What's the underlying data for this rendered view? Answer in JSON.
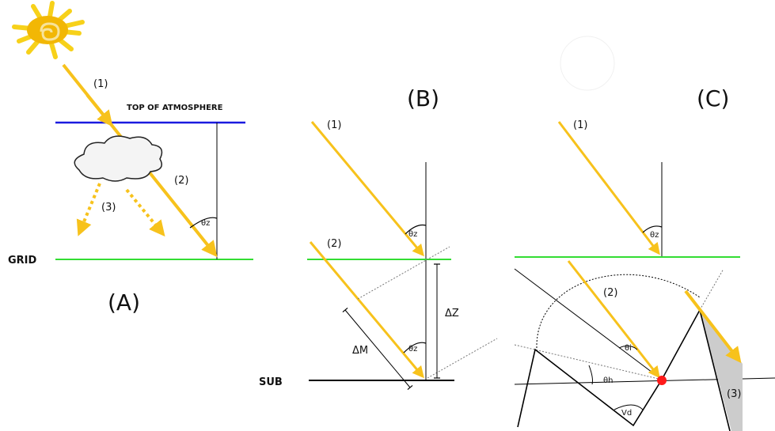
{
  "colors": {
    "ray": "#f7c21c",
    "atmosphere": "#1a1adf",
    "grid": "#33dd33",
    "sun_core": "#f2b705",
    "sun_rays": "#f7d11a",
    "shadow": "#cccccc",
    "surface_point": "#ff1a1a",
    "cloud_fill": "#f4f4f4"
  },
  "icons": {
    "sun": "sun-icon",
    "cloud": "cloud-icon"
  },
  "panel_a": {
    "panel_label": "(A)",
    "top_of_atmosphere": "TOP OF ATMOSPHERE",
    "grid": "GRID",
    "ray1": "(1)",
    "ray2": "(2)",
    "ray3": "(3)",
    "zenith": "θz"
  },
  "panel_b": {
    "panel_label": "(B)",
    "ray1": "(1)",
    "ray2": "(2)",
    "zenith_top": "θz",
    "zenith_bottom": "θz",
    "delta_z": "ΔZ",
    "delta_m": "ΔM",
    "sub": "SUB"
  },
  "panel_c": {
    "panel_label": "(C)",
    "ray1": "(1)",
    "ray2": "(2)",
    "ray3": "(3)",
    "zenith": "θz",
    "incidence": "θi",
    "horizon": "θh",
    "view": "Vd"
  }
}
